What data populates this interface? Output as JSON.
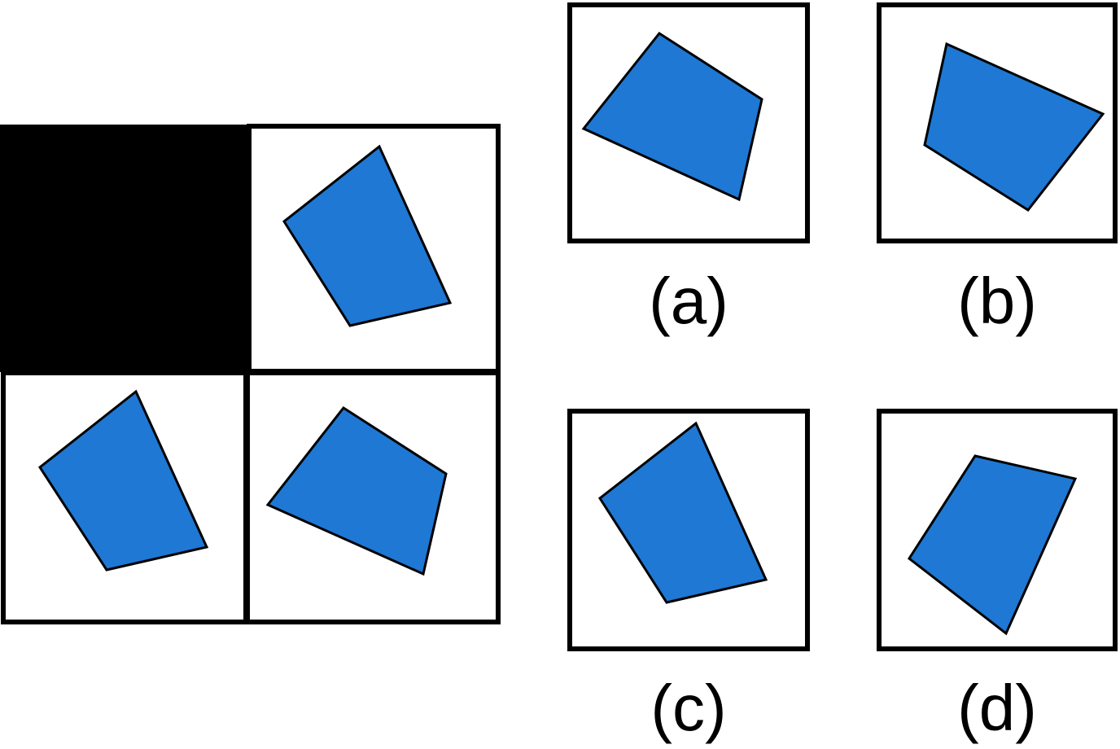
{
  "colors": {
    "shape_fill": "#1e78d4",
    "shape_stroke": "#000000",
    "hidden_cell": "#000000",
    "frame": "#000000",
    "background": "#ffffff"
  },
  "puzzle": {
    "hidden_cell_icon": "black-square",
    "cells": [
      {
        "id": "top-left",
        "hidden": true
      },
      {
        "id": "top-right",
        "shape": "blue-quadrilateral-icon",
        "hidden": false
      },
      {
        "id": "bottom-left",
        "shape": "blue-quadrilateral-icon",
        "hidden": false
      },
      {
        "id": "bottom-right",
        "shape": "blue-quadrilateral-icon",
        "hidden": false
      }
    ]
  },
  "options": [
    {
      "label": "(a)"
    },
    {
      "label": "(b)"
    },
    {
      "label": "(c)"
    },
    {
      "label": "(d)"
    }
  ]
}
